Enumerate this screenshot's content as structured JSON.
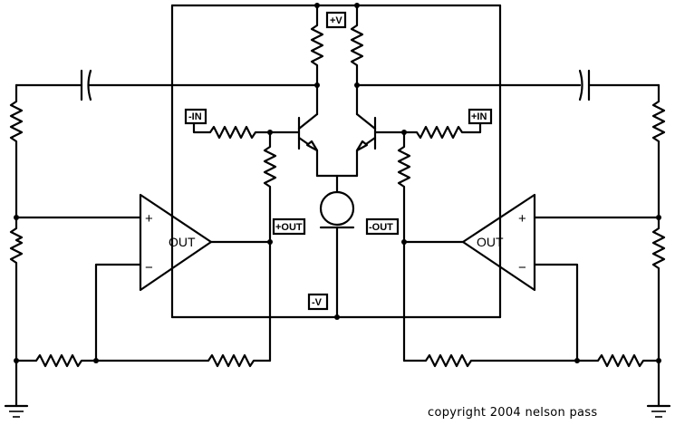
{
  "labels": {
    "plus_v": "+V",
    "minus_v": "-V",
    "minus_in": "-IN",
    "plus_in": "+IN",
    "plus_out": "+OUT",
    "minus_out": "-OUT"
  },
  "left_amp": {
    "label": "OUT",
    "plus": "+",
    "minus": "−"
  },
  "right_amp": {
    "label": "OUT",
    "plus": "+",
    "minus": "−"
  },
  "copyright": "copyright 2004 nelson pass"
}
